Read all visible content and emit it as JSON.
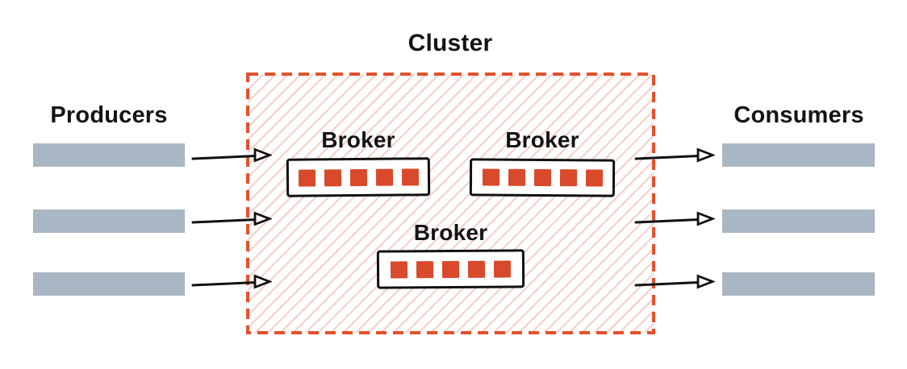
{
  "labels": {
    "cluster": "Cluster",
    "producers": "Producers",
    "consumers": "Consumers"
  },
  "brokers": [
    {
      "label": "Broker",
      "partition_count": 5
    },
    {
      "label": "Broker",
      "partition_count": 5
    },
    {
      "label": "Broker",
      "partition_count": 5
    }
  ],
  "producers": {
    "count": 3
  },
  "consumers": {
    "count": 3
  },
  "flow": {
    "producer_arrows": 3,
    "consumer_arrows": 3
  },
  "colors": {
    "cluster_border": "#e4502b",
    "cluster_hatch": "#f6cdc8",
    "partition_fill": "#d9492b",
    "bar_fill": "#a9b6c3",
    "text": "#141414",
    "arrow": "#111111",
    "broker_border": "#111111"
  }
}
